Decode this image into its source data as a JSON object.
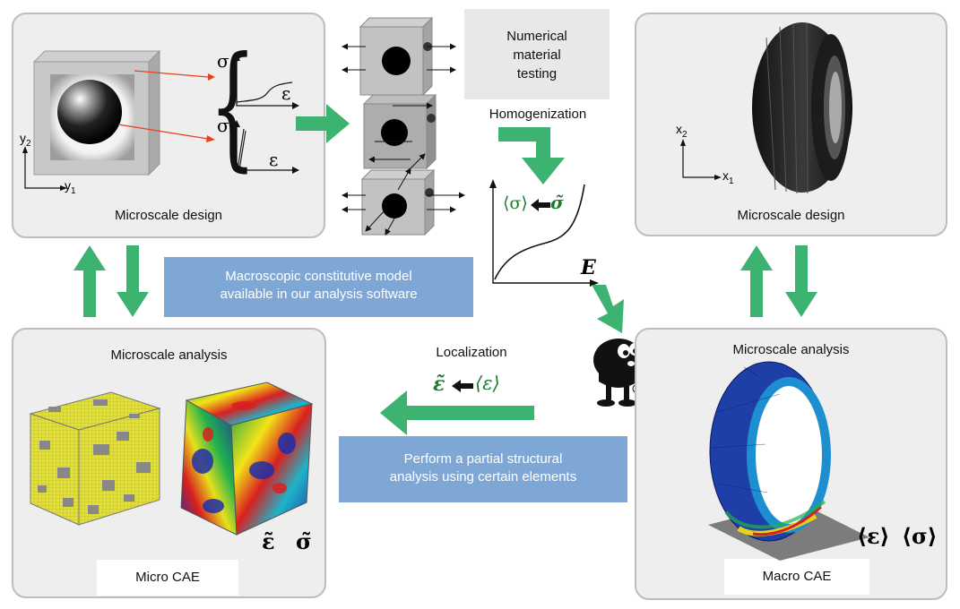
{
  "panels": {
    "micro_design_top_left": {
      "title": "Microscale design"
    },
    "micro_design_top_right": {
      "title": "Microscale design"
    },
    "micro_analysis_bottom_left": {
      "title": "Microscale analysis",
      "label": "Micro CAE"
    },
    "micro_analysis_bottom_right": {
      "title": "Microscale analysis",
      "label": "Macro CAE"
    }
  },
  "boxes": {
    "numerical_testing": {
      "line1": "Numerical",
      "line2": "material",
      "line3": "testing"
    },
    "constitutive_model": {
      "line1": "Macroscopic constitutive model",
      "line2": "available in our analysis software"
    },
    "partial_analysis": {
      "line1": "Perform a partial structural",
      "line2": "analysis using certain elements"
    }
  },
  "captions": {
    "homogenization": "Homogenization",
    "localization": "Localization"
  },
  "symbols": {
    "sigma": "σ",
    "epsilon": "ε",
    "y_axis": "y",
    "y_axis_sub": "2",
    "x_axis": "y",
    "x_axis_sub": "1",
    "x2": "x",
    "x2_sub": "2",
    "x1": "x",
    "x1_sub": "1",
    "avg_sigma": "⟨σ⟩",
    "tilde_sigma": "σ̃",
    "E": "E",
    "tilde_eps": "ε̃",
    "avg_eps": "⟨ε⟩",
    "tilde_eps_bold": "ε̃",
    "tilde_sigma_bold": "σ̃",
    "avg_eps_bold": "⟨ε⟩",
    "avg_sigma_bold": "⟨σ⟩"
  },
  "colors": {
    "green_arrow": "#3cb371",
    "blue_box": "#7fa7d6",
    "panel_bg": "#eeeeee",
    "red_leader": "#e8401c",
    "yellow_cube": "#e3e03a",
    "dark_green_text": "#1d7a2d"
  }
}
